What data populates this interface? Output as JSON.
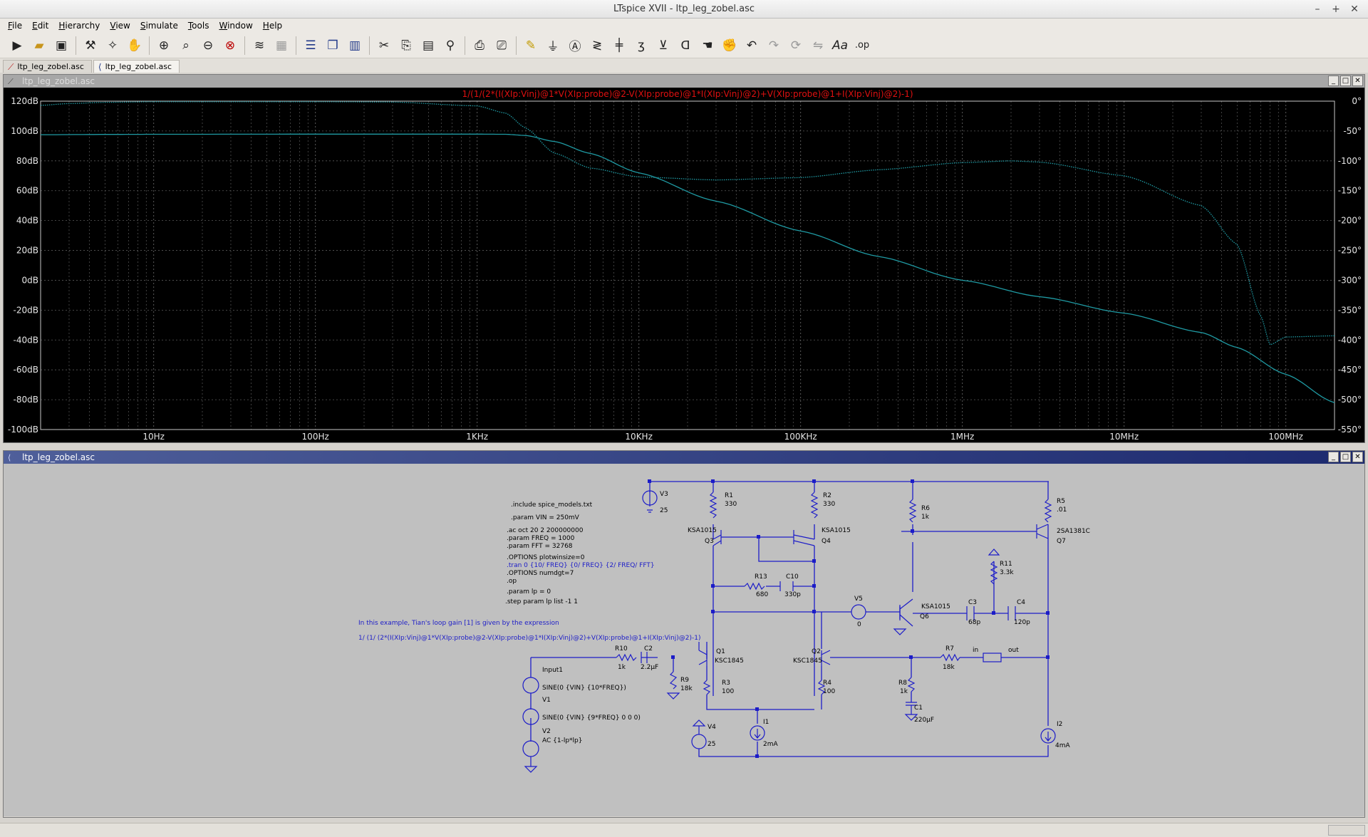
{
  "window": {
    "title": "LTspice XVII - ltp_leg_zobel.asc",
    "controls": [
      "–",
      "+",
      "✕"
    ]
  },
  "menu": [
    "File",
    "Edit",
    "Hierarchy",
    "View",
    "Simulate",
    "Tools",
    "Window",
    "Help"
  ],
  "toolbar_icons": [
    "run-icon",
    "open-icon",
    "save-icon",
    "control-panel-icon",
    "halt-icon",
    "pause-icon",
    "zoom-in-icon",
    "pan-icon",
    "zoom-out-icon",
    "zoom-fit-icon",
    "autorange-icon",
    "grid-icon",
    "tile-horizontal-icon",
    "cascade-icon",
    "tile-vertical-icon",
    "cut-icon",
    "copy-icon",
    "paste-icon",
    "find-icon",
    "print-icon",
    "print-setup-icon",
    "draw-wire-icon",
    "ground-icon",
    "label-net-icon",
    "resistor-icon",
    "capacitor-icon",
    "inductor-icon",
    "diode-icon",
    "component-icon",
    "move-icon",
    "drag-icon",
    "undo-icon",
    "redo-icon",
    "rotate-icon",
    "mirror-icon",
    "text-icon",
    "spice-directive-icon"
  ],
  "tabs": [
    {
      "label": "ltp_leg_zobel.asc",
      "icon": "waveform-icon",
      "active": false
    },
    {
      "label": "ltp_leg_zobel.asc",
      "icon": "schematic-icon",
      "active": true
    }
  ],
  "plot_pane": {
    "title": "ltp_leg_zobel.asc",
    "trace_expression": "1/(1/(2*(I(XIp:Vinj)@1*V(XIp:probe)@2-V(XIp:probe)@1*I(XIp:Vinj)@2)+V(XIp:probe)@1+I(XIp:Vinj)@2)-1)"
  },
  "schematic_pane": {
    "title": "ltp_leg_zobel.asc"
  },
  "chart_data": {
    "type": "line",
    "title": "1/(1/(2*(I(XIp:Vinj)@1*V(XIp:probe)@2-V(XIp:probe)@1*I(XIp:Vinj)@2)+V(XIp:probe)@1+I(XIp:Vinj)@2)-1)",
    "xscale": "log",
    "xlim": [
      2,
      200000000
    ],
    "xticks": [
      "10Hz",
      "100Hz",
      "1KHz",
      "10KHz",
      "100KHz",
      "1MHz",
      "10MHz",
      "100MHz"
    ],
    "xtick_values": [
      10,
      100,
      1000,
      10000,
      100000,
      1000000,
      10000000,
      100000000
    ],
    "ylim_left": [
      -100,
      120
    ],
    "yticks_left": [
      "120dB",
      "100dB",
      "80dB",
      "60dB",
      "40dB",
      "20dB",
      "0dB",
      "-20dB",
      "-40dB",
      "-60dB",
      "-80dB",
      "-100dB"
    ],
    "ylim_right": [
      -550,
      0
    ],
    "yticks_right": [
      "0°",
      "-50°",
      "-100°",
      "-150°",
      "-200°",
      "-250°",
      "-300°",
      "-350°",
      "-400°",
      "-450°",
      "-500°",
      "-550°"
    ],
    "grid": true,
    "trace_color": "#1f9aa3",
    "series": [
      {
        "style": "solid",
        "axis": "left",
        "x": [
          2,
          5,
          10,
          100,
          1000,
          1500,
          2000,
          3000,
          5000,
          10000,
          30000,
          100000,
          300000,
          1000000,
          3000000,
          10000000,
          30000000,
          50000000,
          100000000,
          200000000
        ],
        "y": [
          97.5,
          97.7,
          97.8,
          97.9,
          97.9,
          97.8,
          97,
          93,
          85,
          72,
          53,
          33,
          16,
          0,
          -11,
          -22,
          -35,
          -45,
          -63,
          -82
        ]
      },
      {
        "style": "dotted",
        "axis": "right",
        "x": [
          2,
          3,
          5,
          10,
          100,
          300,
          1000,
          1500,
          2000,
          3000,
          5000,
          10000,
          30000,
          100000,
          300000,
          1000000,
          2000000,
          3000000,
          10000000,
          30000000,
          50000000,
          70000000,
          80000000,
          100000000,
          200000000
        ],
        "y": [
          -7,
          -4,
          -2,
          -1,
          -1,
          -1.5,
          -8,
          -20,
          -45,
          -87,
          -112,
          -127,
          -132,
          -128,
          -115,
          -103,
          -100,
          -102,
          -125,
          -175,
          -240,
          -360,
          -408,
          -395,
          -393
        ]
      }
    ]
  },
  "schematic": {
    "directives": [
      ".include spice_models.txt",
      ".param VIN = 250mV",
      ".ac oct 20 2 200000000",
      ".param FREQ = 1000",
      ".param FFT = 32768",
      ".OPTIONS plotwinsize=0",
      ".tran 0 {10/ FREQ} {0/ FREQ} {2/ FREQ/ FFT}",
      ".OPTIONS numdgt=7",
      ".op",
      ".param lp = 0",
      ".step param lp list -1 1"
    ],
    "comment_1": "In this example, Tian's loop gain [1] is given by the expression",
    "comment_2": "1/ (1/ (2*(I(XIp:Vinj)@1*V(XIp:probe)@2-V(XIp:probe)@1*I(XIp:Vinj)@2)+V(XIp:probe)@1+I(XIp:Vinj)@2)-1)",
    "labels": {
      "v3": "V3",
      "v3v": "25",
      "r1": "R1",
      "r1v": "330",
      "r2": "R2",
      "r2v": "330",
      "r6": "R6",
      "r6v": "1k",
      "r5": "R5",
      "r5v": ".01",
      "q3m": "KSA1015",
      "q3": "Q3",
      "q4m": "KSA1015",
      "q4": "Q4",
      "q7m": "2SA1381C",
      "q7": "Q7",
      "r11": "R11",
      "r11v": "3.3k",
      "r13": "R13",
      "r13v": "680",
      "c10": "C10",
      "c10v": "330p",
      "v5": "V5",
      "v5v": "0",
      "q6m": "KSA1015",
      "q6": "Q6",
      "c3": "C3",
      "c3v": "68p",
      "c4": "C4",
      "c4v": "120p",
      "r10": "R10",
      "r10v": "1k",
      "c2": "C2",
      "c2v": "2.2µF",
      "q1": "Q1",
      "q1m": "KSC1845",
      "q2": "Q2",
      "q2m": "KSC1845",
      "r7": "R7",
      "r7v": "18k",
      "in": "in",
      "out": "out",
      "input1": "Input1",
      "sine1": "SINE(0 {VIN} {10*FREQ})",
      "v1": "V1",
      "sine2": "SINE(0 {VIN} {9*FREQ} 0 0 0)",
      "v2": "V2",
      "v2v": "AC {1-lp*lp}",
      "r9": "R9",
      "r9v": "18k",
      "r3": "R3",
      "r3v": "100",
      "r4": "R4",
      "r4v": "100",
      "r8": "R8",
      "r8v": "1k",
      "c1": "C1",
      "c1v": "220µF",
      "v4": "V4",
      "v4v": "25",
      "i1": "I1",
      "i1v": "2mA",
      "i2": "I2",
      "i2v": "4mA"
    }
  }
}
